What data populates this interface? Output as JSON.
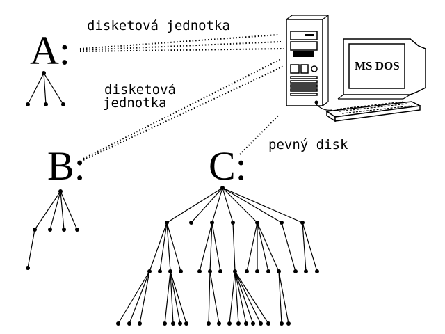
{
  "labels": {
    "floppy_a": "disketová jednotka",
    "floppy_b_line1": "disketová",
    "floppy_b_line2": "jednotka",
    "hard_disk": "pevný disk",
    "monitor_text": "MS DOS"
  },
  "drives": {
    "a": "A:",
    "b": "B:",
    "c": "C:"
  },
  "icons": {
    "computer": "pc-tower-with-monitor-and-keyboard"
  }
}
